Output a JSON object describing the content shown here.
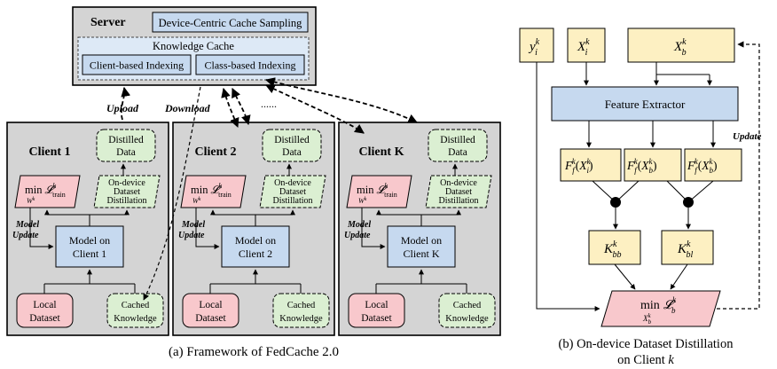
{
  "server": {
    "title": "Server",
    "sampling": "Device-Centric Cache Sampling",
    "knowledge_cache": "Knowledge Cache",
    "client_index": "Client-based Indexing",
    "class_index": "Class-based Indexing"
  },
  "links": {
    "upload": "Upload",
    "download": "Download",
    "dots": "......"
  },
  "clients": [
    {
      "title": "Client 1",
      "model": [
        "Model on",
        "Client 1"
      ]
    },
    {
      "title": "Client 2",
      "model": [
        "Model on",
        "Client 2"
      ]
    },
    {
      "title": "Client K",
      "model": [
        "Model on",
        "Client K"
      ]
    }
  ],
  "client_common": {
    "distilled": [
      "Distilled",
      "Data"
    ],
    "odd": [
      "On-device",
      "Dataset",
      "Distillation"
    ],
    "local": [
      "Local",
      "Dataset"
    ],
    "cached": [
      "Cached",
      "Knowledge"
    ],
    "loss_min": "min",
    "loss_L": "𝓛",
    "loss_sup": "k",
    "loss_sub": "train",
    "loss_under": "W",
    "loss_under_sup": "k",
    "model_update": [
      "Model",
      "Update"
    ]
  },
  "right": {
    "y_base": "y",
    "y_sup": "k",
    "y_sub": "i",
    "xi_base": "X",
    "xi_sup": "k",
    "xi_sub": "i",
    "xb_base": "X",
    "xb_sup": "k",
    "xb_sub": "b",
    "feature_extractor": "Feature Extractor",
    "features": [
      {
        "sub_var": "i"
      },
      {
        "sub_var": "b"
      },
      {
        "sub_var": "b"
      }
    ],
    "ff_base": "F",
    "ff_sub": "f",
    "ff_sup": "k",
    "kbb": {
      "base": "K",
      "sup": "k",
      "sub": "bb"
    },
    "kbl": {
      "base": "K",
      "sup": "k",
      "sub": "bl"
    },
    "loss": {
      "min": "min",
      "L": "𝓛",
      "sup": "k",
      "sub": "b",
      "under": "X",
      "under_sup": "k",
      "under_sub": "b"
    },
    "update": "Update"
  },
  "captions": {
    "left": "(a) Framework of FedCache 2.0",
    "right_line1": "(b) On-device Dataset Distillation",
    "right_line2_prefix": "on Client ",
    "right_line2_var": "k"
  },
  "colors": {
    "panel": "#d4d4d4",
    "blue": "#c6d9ef",
    "green": "#dbefd2",
    "pink": "#f8c8cc",
    "yellow": "#fdf0c2"
  }
}
